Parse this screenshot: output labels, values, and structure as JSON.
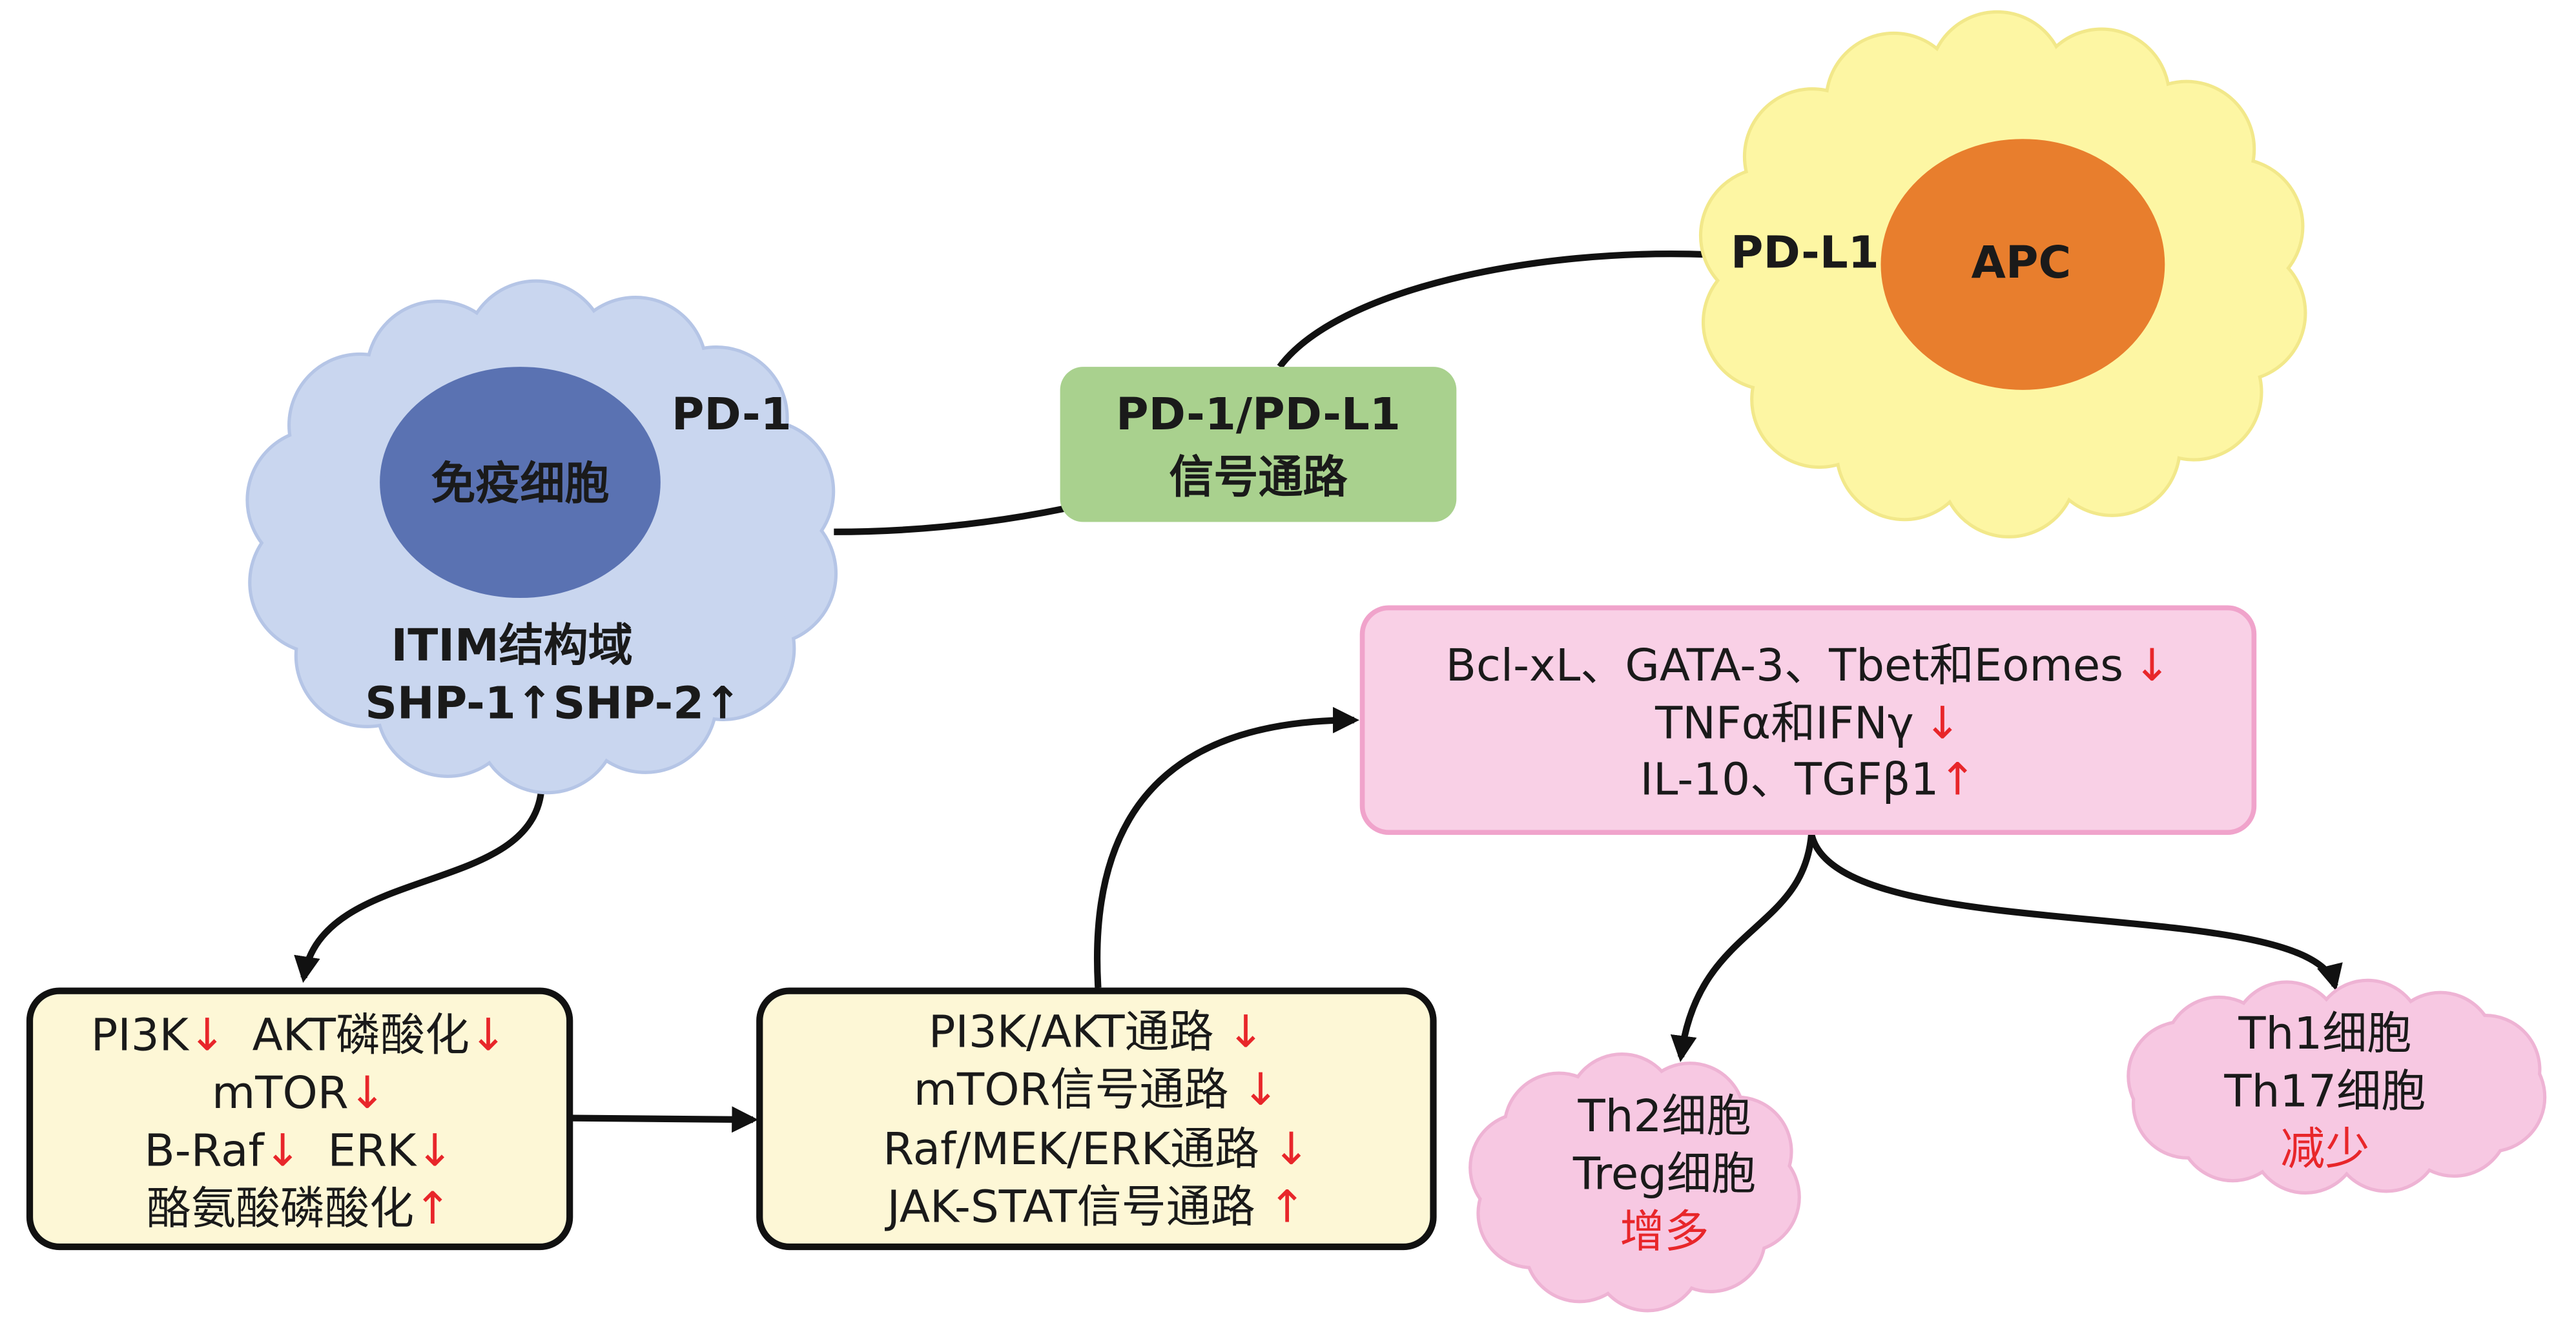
{
  "colors": {
    "immune_cloud": "#c9d6ef",
    "immune_core": "#5a72b2",
    "apc_cloud": "#fdf6a3",
    "apc_core": "#e87e2d",
    "pathway_box": "#a9d18e",
    "yellow_box": "#fdf7d6",
    "pink_box": "#f9d0e6",
    "pink_cloud": "#f7c8e2",
    "arrow_red": "#e8262a"
  },
  "immune_cell": {
    "label": "免疫细胞",
    "receptor": "PD-1",
    "domain_label": "ITIM结构域",
    "shp_line": "SHP-1↑SHP-2↑"
  },
  "apc": {
    "label": "APC",
    "ligand": "PD-L1"
  },
  "pathway_box": {
    "line1": "PD-1/PD-L1",
    "line2": "信号通路"
  },
  "signaling_box": {
    "lines": [
      [
        {
          "text": "PI3K",
          "arrow": "↓"
        },
        {
          "text": "AKT磷酸化",
          "arrow": "↓"
        }
      ],
      [
        {
          "text": "mTOR",
          "arrow": "↓"
        }
      ],
      [
        {
          "text": "B-Raf",
          "arrow": "↓"
        },
        {
          "text": "ERK",
          "arrow": "↓"
        }
      ],
      [
        {
          "text": "酪氨酸磷酸化",
          "arrow": "↑"
        }
      ]
    ]
  },
  "pathway_changes_box": {
    "lines": [
      {
        "text": "PI3K/AKT通路",
        "arrow": "↓"
      },
      {
        "text": "mTOR信号通路",
        "arrow": "↓"
      },
      {
        "text": "Raf/MEK/ERK通路",
        "arrow": "↓"
      },
      {
        "text": "JAK-STAT信号通路",
        "arrow": "↑"
      }
    ]
  },
  "cytokine_box": {
    "lines": [
      {
        "text": "Bcl-xL、GATA-3、Tbet和Eomes",
        "arrow": "↓"
      },
      {
        "text": "TNFα和IFNγ",
        "arrow": "↓"
      },
      {
        "text": "IL-10、TGFβ1",
        "arrow": "↑"
      }
    ]
  },
  "th2_cloud": {
    "lines": [
      "Th2细胞",
      "Treg细胞"
    ],
    "change": "增多"
  },
  "th1_cloud": {
    "lines": [
      "Th1细胞",
      "Th17细胞"
    ],
    "change": "减少"
  }
}
